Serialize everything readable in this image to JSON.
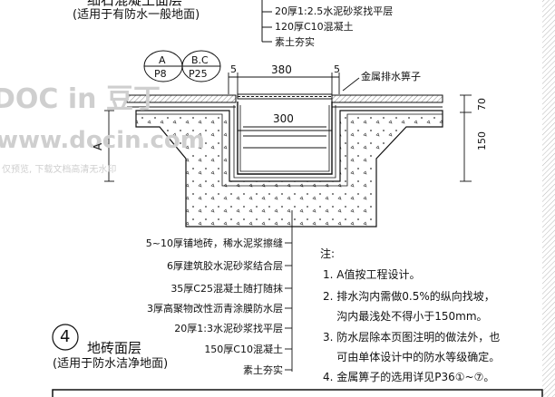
{
  "top_layers": [
    "20厚1:2.5水泥砂浆找平层",
    "120厚C10混凝土",
    "素土夯实"
  ],
  "section3": {
    "title": "细石混凝土面层",
    "subtitle": "(适用于有防水一般地面)"
  },
  "detail_refs": [
    {
      "top": "A",
      "bottom": "P8"
    },
    {
      "top": "B.C",
      "bottom": "P25"
    }
  ],
  "dimensions": {
    "side_left": "5",
    "side_right": "5",
    "outer_width": "380",
    "inner_width": "300",
    "thick_70": "70",
    "depth_150": "150",
    "var_a": "A"
  },
  "callout_grate": "金属排水箅子",
  "layers": [
    "5~10厚铺地砖，稀水泥浆擦缝",
    "6厚建筑胶水泥砂浆结合层",
    "35厚C25混凝土随打随抹",
    "3厚高聚物改性沥青涂膜防水层",
    "20厚1:3水泥砂浆找平层",
    "150厚C10混凝土",
    "素土夯实"
  ],
  "notes": {
    "heading": "注:",
    "items": [
      "1. A值按工程设计。",
      "2. 排水沟内需做0.5%的纵向找坡，",
      "    沟内最浅处不得小于150mm。",
      "3. 防水层除本页图注明的做法外，也",
      "    可由单体设计中的防水等级确定。",
      "4. 金属箅子的选用详见P36①~⑦。"
    ]
  },
  "section4": {
    "number": "4",
    "title": "地砖面层",
    "subtitle": "(适用于防水洁净地面)"
  },
  "watermark": {
    "logo": "DOC in 豆丁",
    "url": "www.docin.com",
    "notice": "仅预览, 下载文档高清无水印"
  },
  "colors": {
    "ink": "#111111",
    "watermark": "#cfcfcf",
    "hatch": "#888888"
  }
}
